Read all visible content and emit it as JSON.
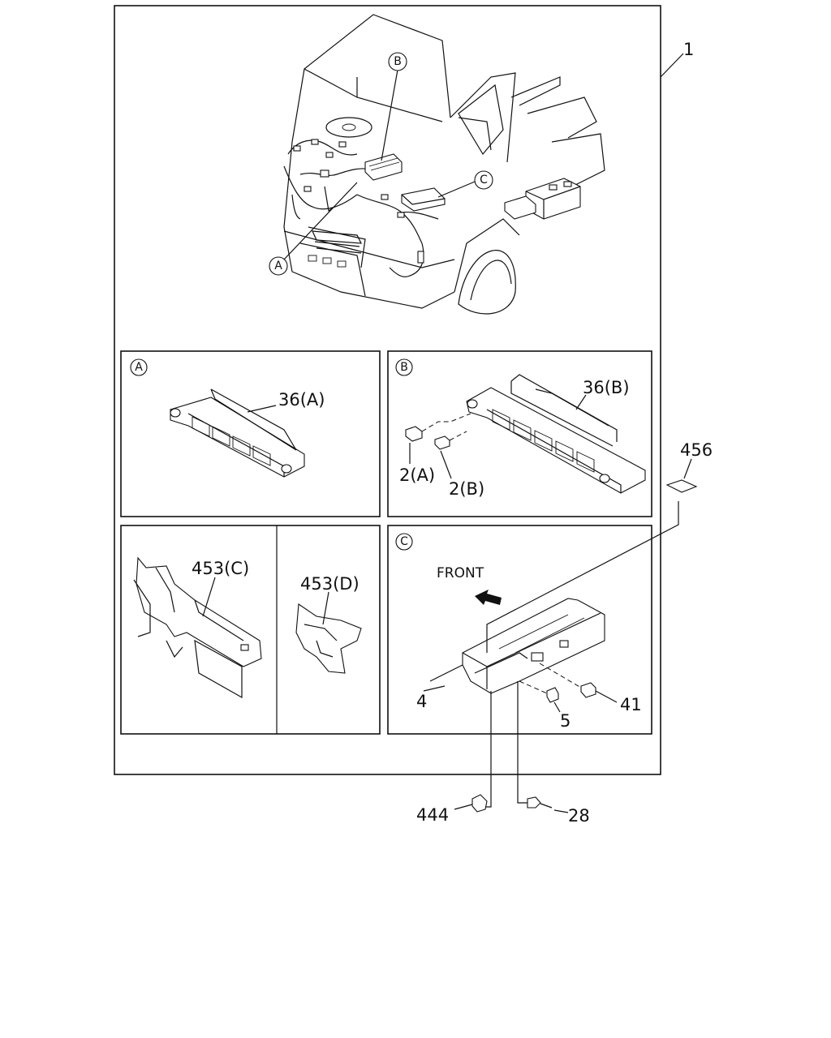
{
  "labels": {
    "main_ref": "1",
    "callout_a": "A",
    "callout_b": "B",
    "callout_c": "C",
    "part_36a": "36(A)",
    "part_36b": "36(B)",
    "part_2a": "2(A)",
    "part_2b": "2(B)",
    "part_456": "456",
    "part_453c": "453(C)",
    "part_453d": "453(D)",
    "front": "FRONT",
    "part_4": "4",
    "part_5": "5",
    "part_41": "41",
    "part_444": "444",
    "part_28": "28"
  }
}
